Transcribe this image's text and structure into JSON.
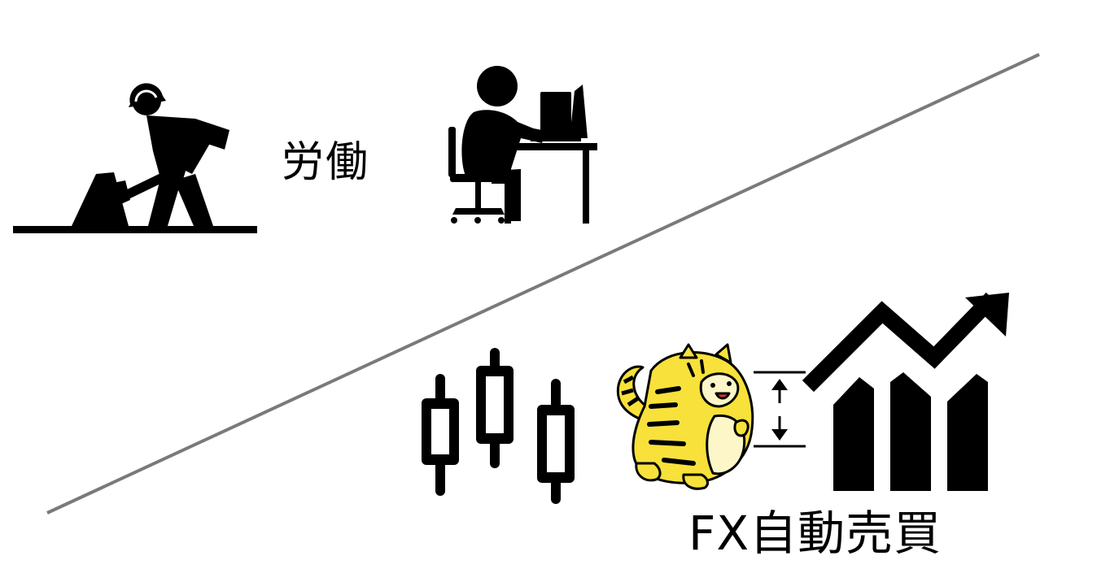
{
  "labels": {
    "labor": "労働",
    "fx_auto_trading": "FX自動売買"
  },
  "icons": {
    "worker": "digging-worker-icon",
    "office": "office-worker-icon",
    "candles": "candlestick-icon",
    "mascot": "tiger-mascot",
    "range": "vertical-range-arrow-icon",
    "growth": "growth-chart-icon"
  },
  "colors": {
    "ink": "#000000",
    "divider": "#7a7a7a",
    "tiger_yellow": "#f7e13a",
    "tiger_cream": "#fdf6c9"
  }
}
